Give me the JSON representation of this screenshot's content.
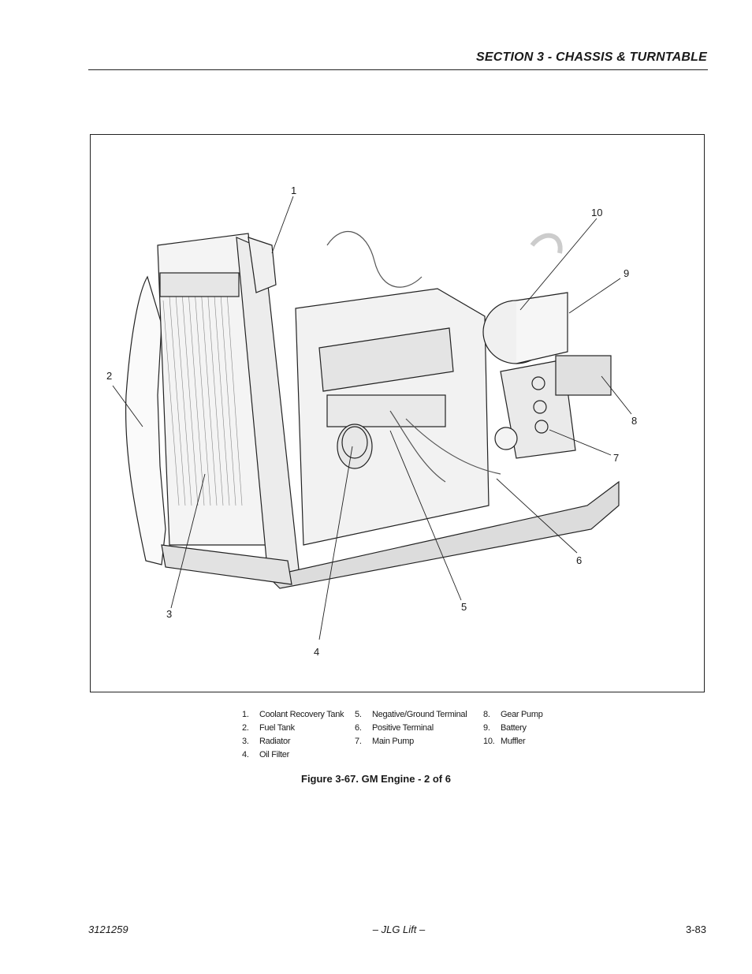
{
  "header": {
    "section_title": "SECTION 3 - CHASSIS & TURNTABLE"
  },
  "figure": {
    "callouts": [
      "1",
      "2",
      "3",
      "4",
      "5",
      "6",
      "7",
      "8",
      "9",
      "10"
    ],
    "caption": "Figure 3-67.  GM Engine - 2 of 6"
  },
  "legend": {
    "col1": [
      {
        "num": "1.",
        "label": "Coolant Recovery Tank"
      },
      {
        "num": "2.",
        "label": "Fuel Tank"
      },
      {
        "num": "3.",
        "label": "Radiator"
      },
      {
        "num": "4.",
        "label": "Oil Filter"
      }
    ],
    "col2": [
      {
        "num": "5.",
        "label": "Negative/Ground Terminal"
      },
      {
        "num": "6.",
        "label": "Positive Terminal"
      },
      {
        "num": "7.",
        "label": "Main Pump"
      }
    ],
    "col3": [
      {
        "num": "8.",
        "label": "Gear Pump"
      },
      {
        "num": "9.",
        "label": "Battery"
      },
      {
        "num": "10.",
        "label": "Muffler"
      }
    ]
  },
  "footer": {
    "doc_number": "3121259",
    "publisher": "– JLG Lift –",
    "page_number": "3-83"
  }
}
